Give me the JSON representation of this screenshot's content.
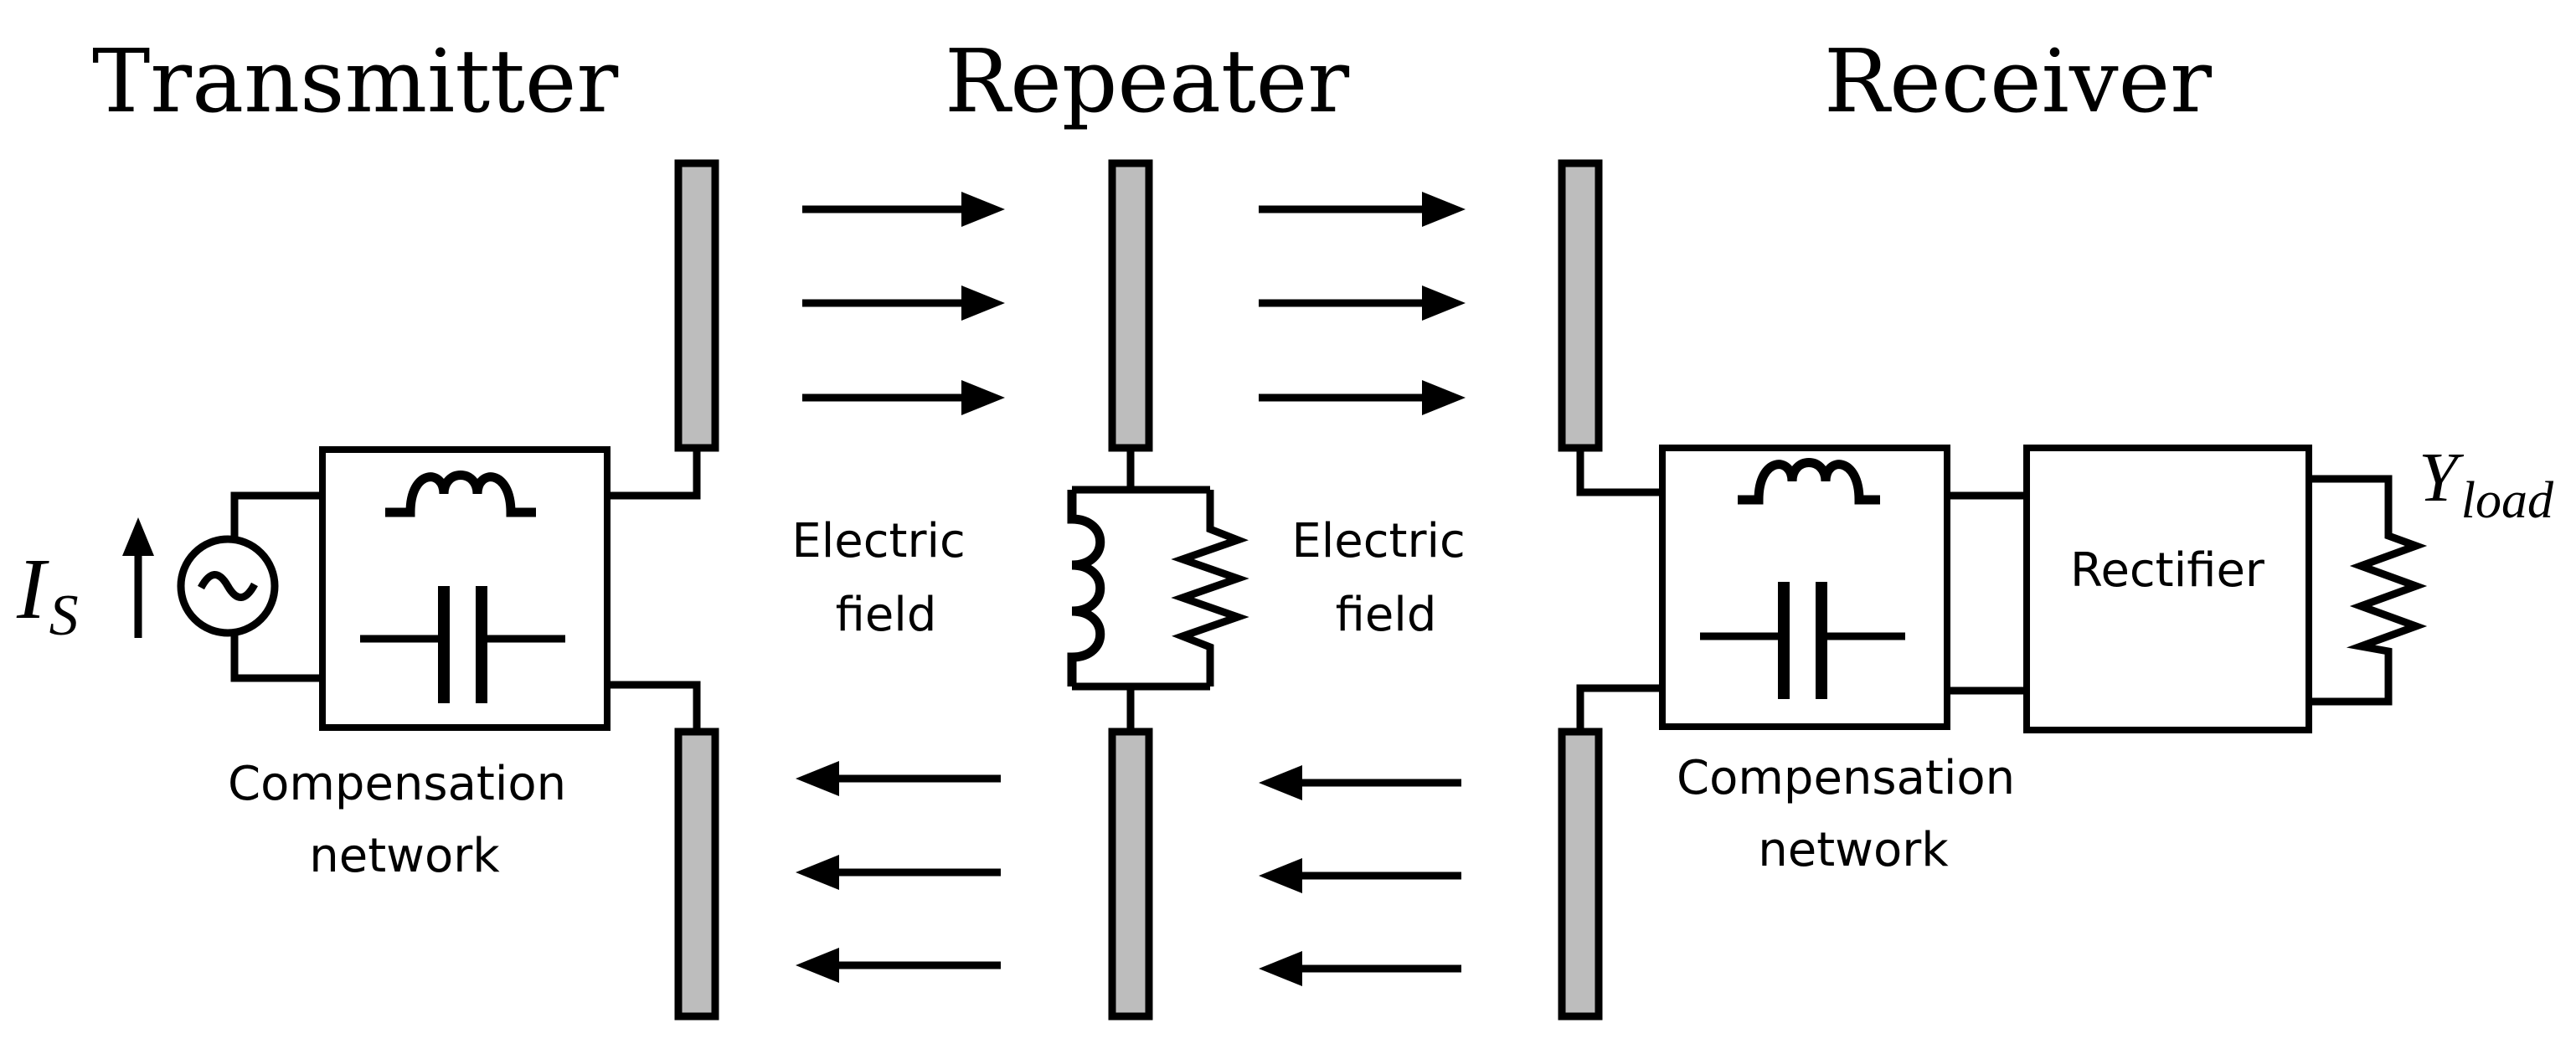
{
  "titles": {
    "transmitter": "Transmitter",
    "repeater": "Repeater",
    "receiver": "Receiver"
  },
  "labels": {
    "electric_field_left": [
      "Electric",
      "field"
    ],
    "electric_field_right": [
      "Electric",
      "field"
    ],
    "compensation_left": [
      "Compensation",
      "network"
    ],
    "compensation_right": [
      "Compensation",
      "network"
    ],
    "rectifier": "Rectifier"
  },
  "math": {
    "source_symbol": "I",
    "source_subscript": "S",
    "load_symbol": "Y",
    "load_subscript": "load"
  },
  "icons": {
    "ac_source": "ac-source-icon",
    "inductor": "inductor-icon",
    "capacitor": "capacitor-icon",
    "resistor": "resistor-icon",
    "plate": "capacitive-plate-icon",
    "arrow": "field-arrow-icon"
  },
  "colors": {
    "plate_fill": "#bdbdbd",
    "line": "#000000",
    "background": "#ffffff"
  }
}
